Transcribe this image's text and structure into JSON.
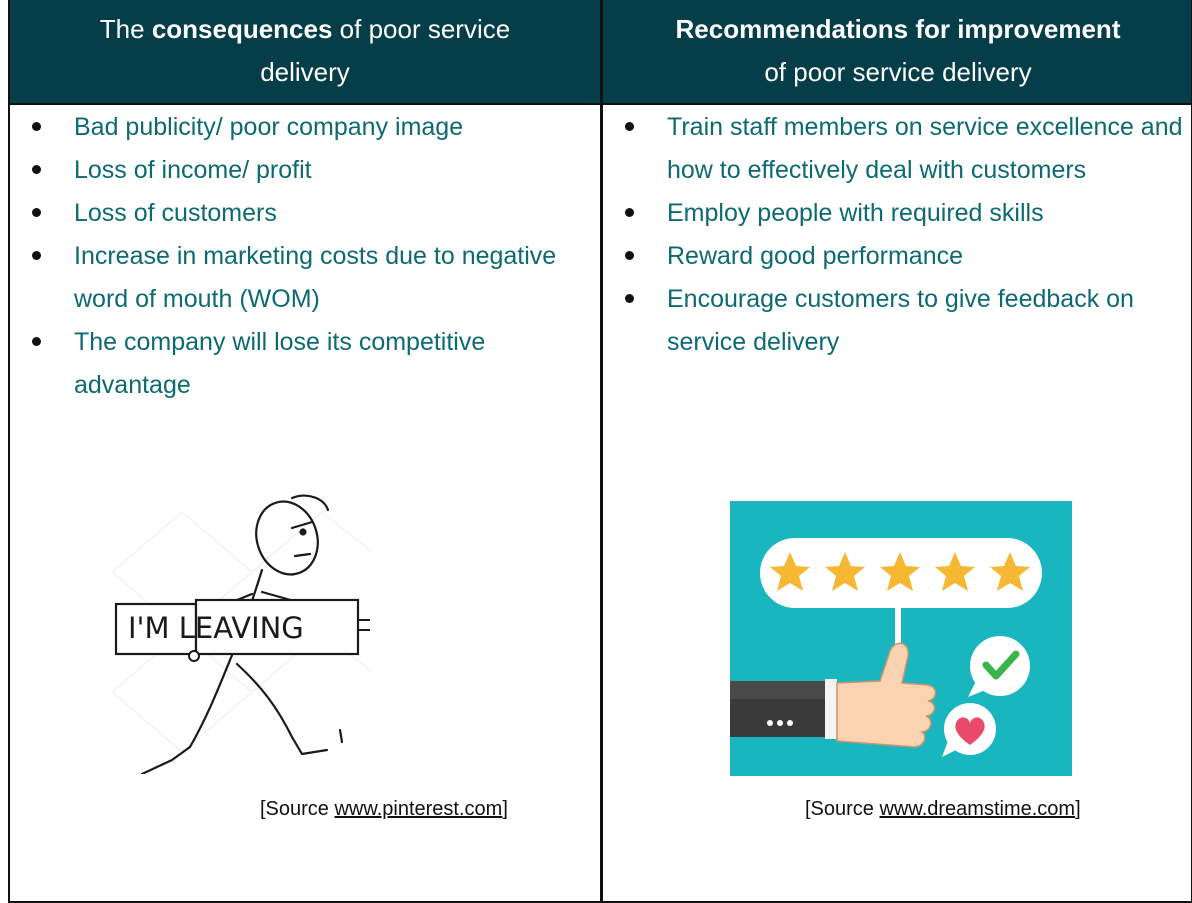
{
  "left": {
    "header_pre": "The ",
    "header_bold": "consequences",
    "header_post": " of poor service",
    "header_line2": "delivery",
    "items": [
      "Bad publicity/ poor company image",
      "Loss of income/ profit",
      "Loss of customers",
      "Increase in marketing costs due to negative word of mouth (WOM)",
      "The company will lose its competitive advantage"
    ],
    "sign_text": "I'M LEAVING",
    "source_prefix": "[Source ",
    "source_link": "www.pinterest.com",
    "source_suffix": "]"
  },
  "right": {
    "header_bold": "Recommendations for improvement",
    "header_line2": "of poor service delivery",
    "items": [
      "Train staff members on service excellence and how to effectively deal with customers",
      "Employ people with required skills",
      "Reward good performance",
      "Encourage customers to give feedback on service delivery"
    ],
    "source_prefix": "[Source ",
    "source_link": "www.dreamstime.com",
    "source_suffix": "]"
  },
  "colors": {
    "header_bg": "#053d48",
    "body_text": "#0d6a73",
    "illustration_bg": "#1ab6bf",
    "star": "#f6b733"
  }
}
